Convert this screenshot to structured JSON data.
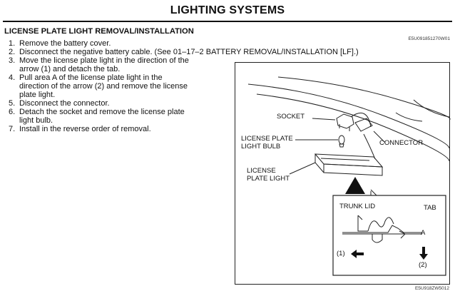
{
  "header": {
    "title": "LIGHTING SYSTEMS"
  },
  "section": {
    "heading": "LICENSE PLATE LIGHT REMOVAL/INSTALLATION",
    "doc_code": "E5U091851270W01"
  },
  "steps": [
    {
      "num": "1.",
      "lines": [
        "Remove the battery cover."
      ]
    },
    {
      "num": "2.",
      "lines": [
        "Disconnect the negative battery cable. (See 01–17–2 BATTERY REMOVAL/INSTALLATION [LF].)"
      ]
    },
    {
      "num": "3.",
      "lines": [
        "Move the license plate light in the direction of the",
        "arrow (1) and detach the tab."
      ]
    },
    {
      "num": "4.",
      "lines": [
        "Pull area A of the license plate light in the",
        "direction of the arrow (2) and remove the license",
        "plate light."
      ]
    },
    {
      "num": "5.",
      "lines": [
        "Disconnect the connector."
      ]
    },
    {
      "num": "6.",
      "lines": [
        "Detach the socket and remove the license plate",
        "light bulb."
      ]
    },
    {
      "num": "7.",
      "lines": [
        "Install in the reverse order of removal."
      ]
    }
  ],
  "figure": {
    "labels": {
      "socket": "SOCKET",
      "license_plate_light_bulb": [
        "LICENSE PLATE",
        "LIGHT BULB"
      ],
      "connector": "CONNECTOR",
      "license_plate_light": [
        "LICENSE",
        "PLATE LIGHT"
      ],
      "trunk_lid": "TRUNK LID",
      "tab": "TAB",
      "area_a": "A",
      "arrow_1": "(1)",
      "arrow_2": "(2)"
    },
    "code": "E5U918ZW5012"
  }
}
